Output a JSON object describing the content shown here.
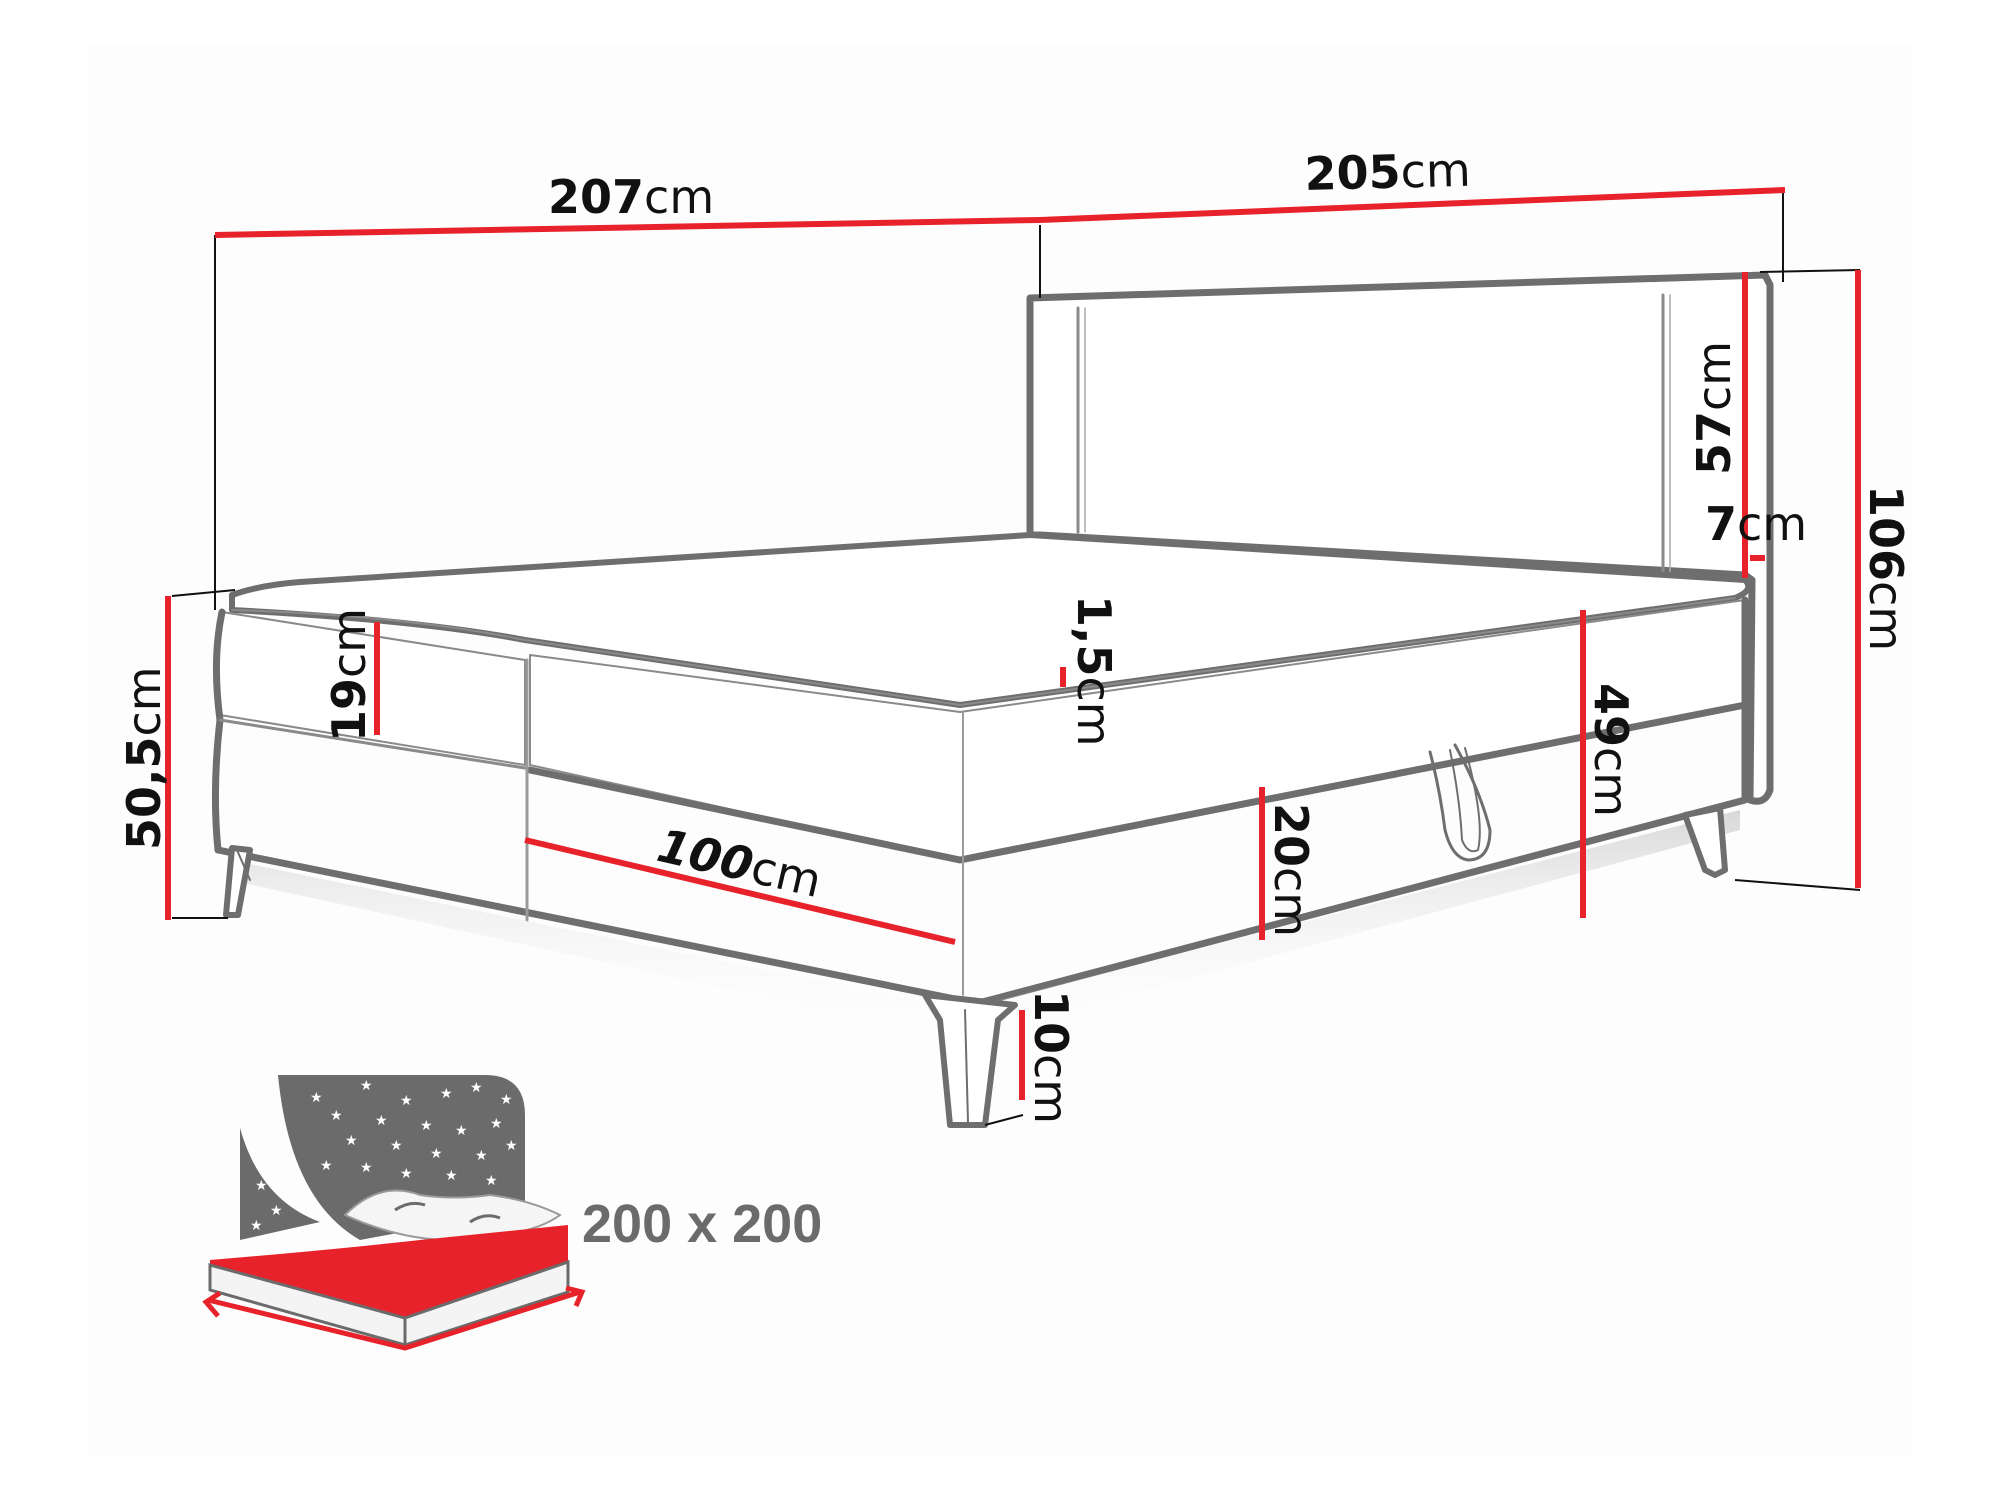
{
  "diagram": {
    "subject": "Boxspring bed with headboard - dimension drawing",
    "accent_color": "#e8222a",
    "outline_color": "#6e6e6e",
    "dimension_line_color": "#111111",
    "unit": "cm",
    "dimensions": {
      "total_length": {
        "value": "207",
        "unit": "cm"
      },
      "total_width": {
        "value": "205",
        "unit": "cm"
      },
      "headboard_height_above_mattress": {
        "value": "57",
        "unit": "cm"
      },
      "headboard_gap": {
        "value": "7",
        "unit": "cm"
      },
      "total_height": {
        "value": "106",
        "unit": "cm"
      },
      "bed_height": {
        "value": "50,5",
        "unit": "cm"
      },
      "mattress_height": {
        "value": "19",
        "unit": "cm"
      },
      "topper_height": {
        "value": "1,5",
        "unit": "cm"
      },
      "base_height_to_top": {
        "value": "49",
        "unit": "cm"
      },
      "storage_drawer_height": {
        "value": "20",
        "unit": "cm"
      },
      "storage_drawer_length": {
        "value": "100",
        "unit": "cm"
      },
      "leg_height": {
        "value": "10",
        "unit": "cm"
      }
    },
    "mattress_badge": {
      "icon": "bed-with-stars-icon",
      "size_text": "200 x 200"
    }
  }
}
